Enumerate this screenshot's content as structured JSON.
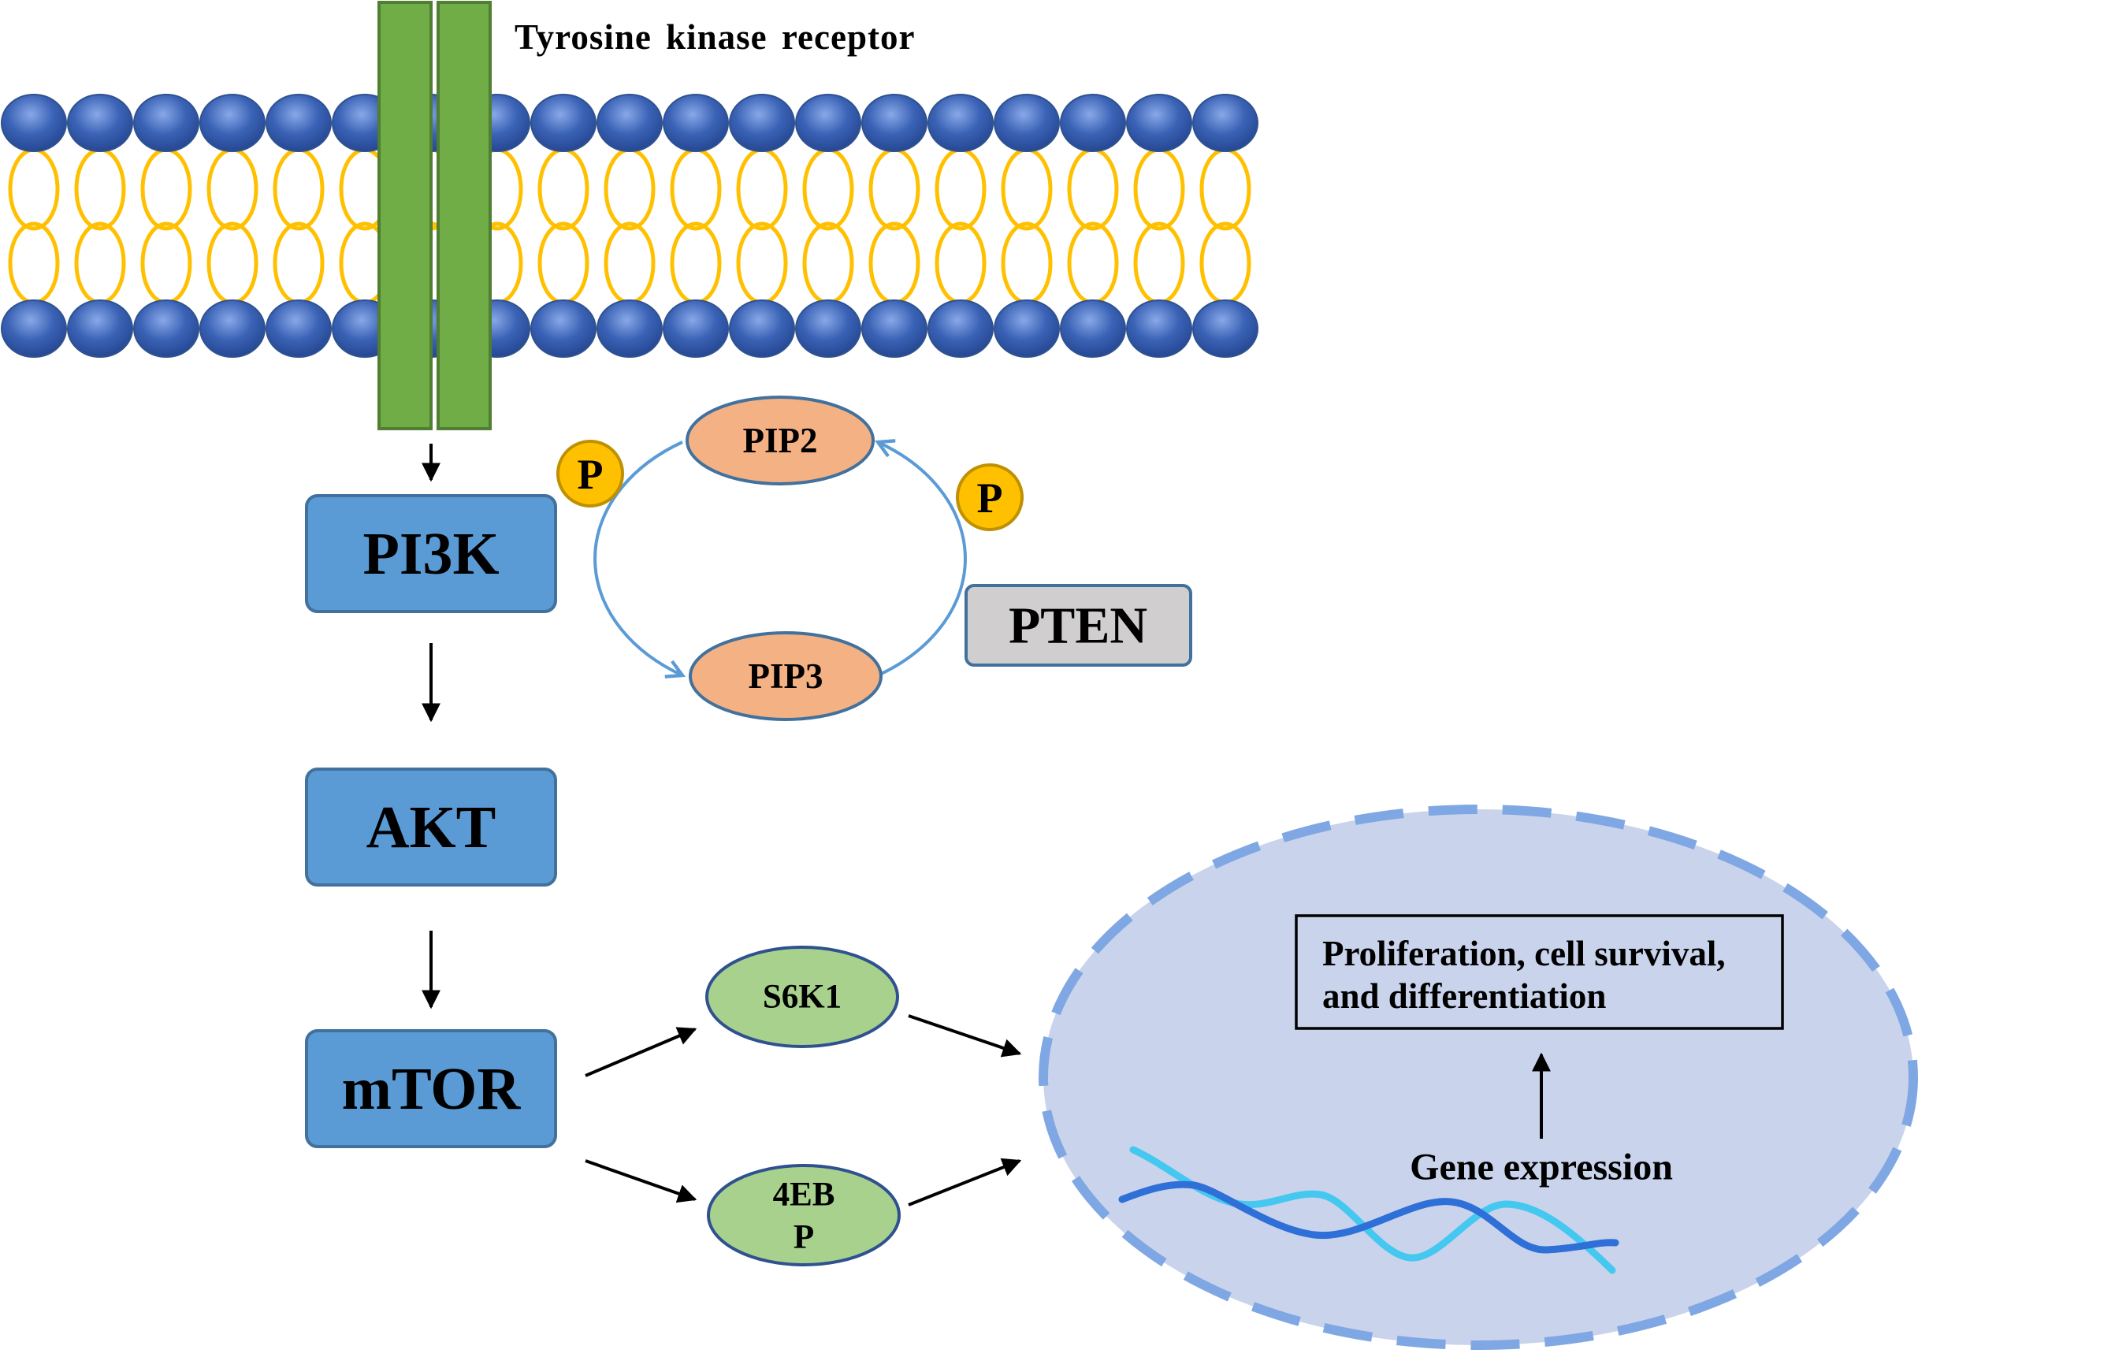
{
  "receptor": {
    "label": "Tyrosine kinase receptor"
  },
  "pathway": {
    "pi3k": "PI3K",
    "akt": "AKT",
    "mtor": "mTOR"
  },
  "phosphoinositide_cycle": {
    "pip2": "PIP2",
    "pip3": "PIP3",
    "phosphate_left": "P",
    "phosphate_right": "P",
    "pten": "PTEN"
  },
  "effectors": {
    "s6k1": "S6K1",
    "fourebp_line1": "4EB",
    "fourebp_line2": "P"
  },
  "nucleus": {
    "outcome_line1": "Proliferation, cell survival,",
    "outcome_line2": "and differentiation",
    "gene_expression": "Gene expression"
  },
  "colors": {
    "lipid_head": "#3A62B5",
    "lipid_tail": "#FFC000",
    "receptor": "#70AD47",
    "kinase_box": "#5B9BD5",
    "pip": "#F4B183",
    "phosphate": "#FFC000",
    "pten": "#D0CECE",
    "effector": "#A9D18E",
    "nucleus_fill": "#C9D3EB",
    "nucleus_border": "#7FA7E3",
    "dna_dark": "#2E6FD8",
    "dna_light": "#45C8F0",
    "cycle_arrow": "#5B9BD5"
  }
}
